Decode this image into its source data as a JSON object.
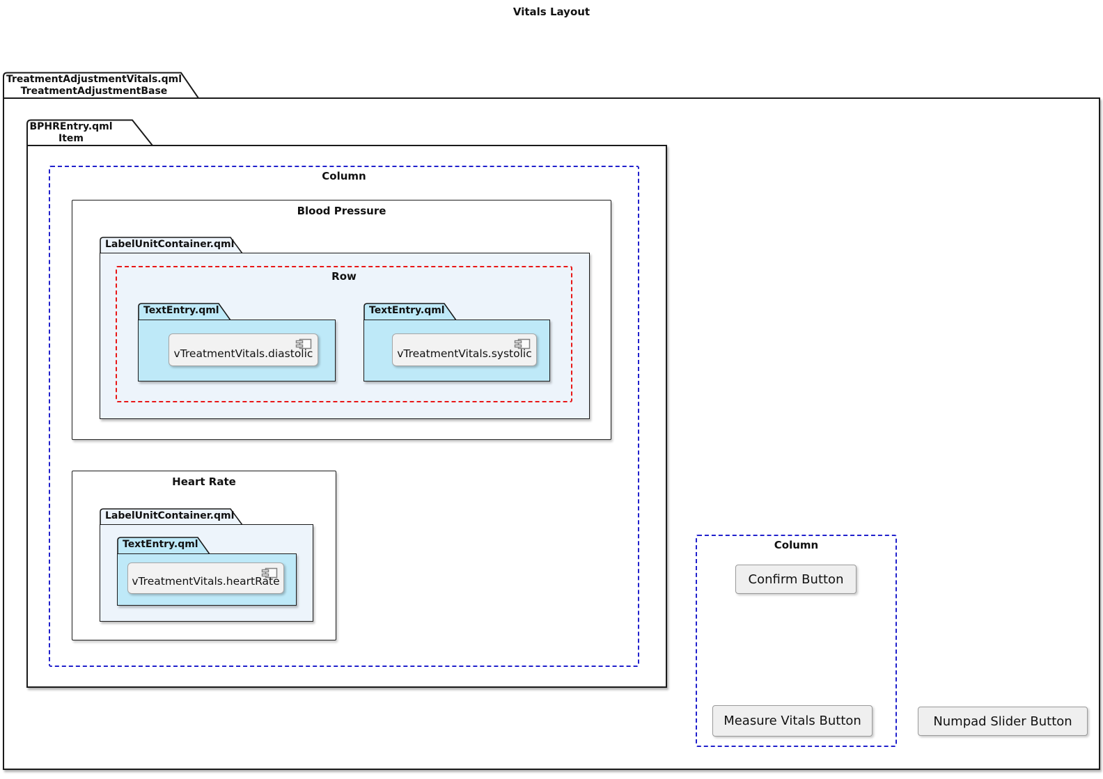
{
  "title": "Vitals Layout",
  "outer_package": {
    "name": "TreatmentAdjustmentVitals.qml",
    "type": "TreatmentAdjustmentBase"
  },
  "bphr_package": {
    "name": "BPHREntry.qml",
    "type": "Item"
  },
  "left_column": {
    "label": "Column"
  },
  "blood_pressure": {
    "label": "Blood Pressure",
    "container": {
      "name": "LabelUnitContainer.qml"
    },
    "row": {
      "label": "Row"
    },
    "entries": [
      {
        "folder": "TextEntry.qml",
        "component": "vTreatmentVitals.diastolic"
      },
      {
        "folder": "TextEntry.qml",
        "component": "vTreatmentVitals.systolic"
      }
    ]
  },
  "heart_rate": {
    "label": "Heart Rate",
    "container": {
      "name": "LabelUnitContainer.qml"
    },
    "entry": {
      "folder": "TextEntry.qml",
      "component": "vTreatmentVitals.heartRate"
    }
  },
  "right_column": {
    "label": "Column",
    "confirm_button": "Confirm Button",
    "measure_button": "Measure Vitals Button"
  },
  "numpad_button": "Numpad Slider Button",
  "colors": {
    "folder_fill": "#bee9f8",
    "container_fill": "#edf4fb",
    "component_fill": "#f2f2f2",
    "column_dash_blue": "#2020cc",
    "row_dash_red": "#e81616"
  }
}
